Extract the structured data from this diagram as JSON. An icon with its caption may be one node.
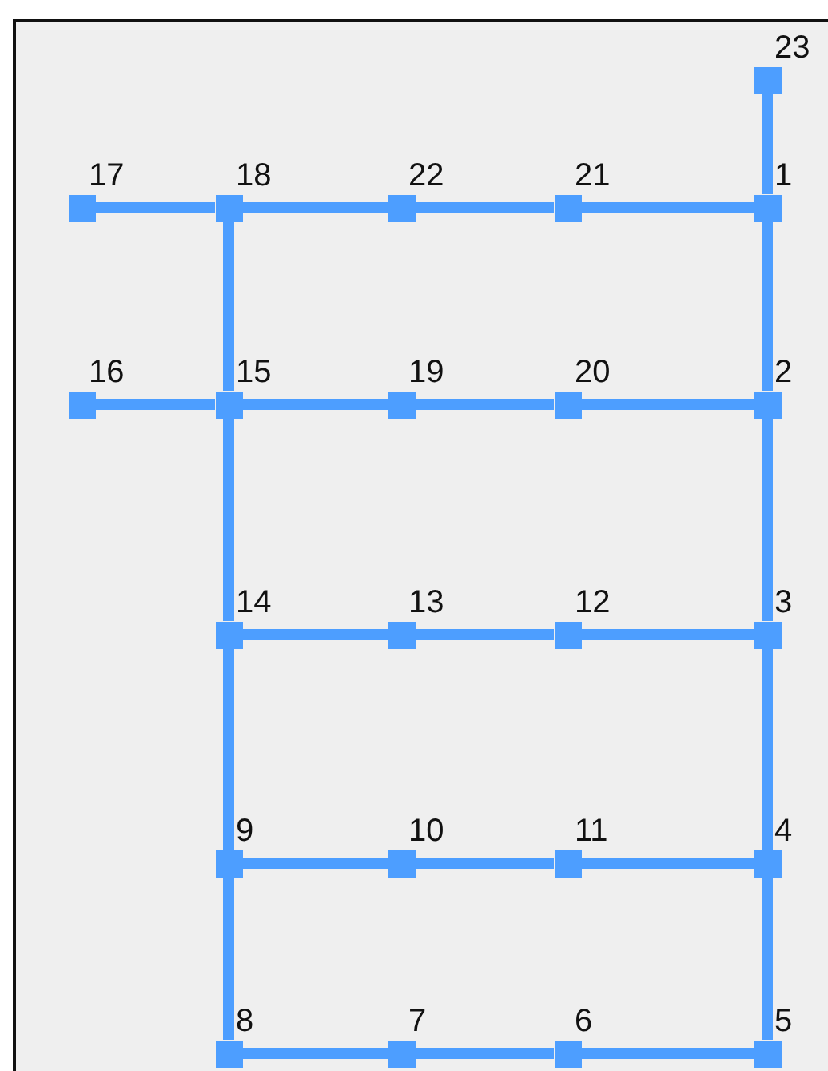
{
  "diagram": {
    "nodes": [
      {
        "text": [],
        "shape": "box",
        "beside": [
          "1"
        ]
      },
      {
        "text": [],
        "shape": "box",
        "beside": [
          "2"
        ]
      },
      {
        "text": [],
        "shape": "box",
        "beside": [
          "3"
        ]
      },
      {
        "text": [],
        "shape": "box",
        "beside": [
          "4"
        ]
      },
      {
        "text": [],
        "shape": "box",
        "beside": [
          "5"
        ]
      },
      {
        "text": [],
        "shape": "box",
        "beside": [
          "6"
        ]
      },
      {
        "text": [],
        "shape": "box",
        "beside": [
          "7"
        ]
      },
      {
        "text": [],
        "shape": "box",
        "beside": [
          "8"
        ]
      },
      {
        "text": [],
        "shape": "box",
        "beside": [
          "9"
        ]
      },
      {
        "text": [],
        "shape": "box",
        "beside": [
          "10"
        ]
      },
      {
        "text": [],
        "shape": "box",
        "beside": [
          "11"
        ]
      },
      {
        "text": [],
        "shape": "box",
        "beside": [
          "12"
        ]
      },
      {
        "text": [],
        "shape": "box",
        "beside": [
          "13"
        ]
      },
      {
        "text": [],
        "shape": "box",
        "beside": [
          "14"
        ]
      },
      {
        "text": [],
        "shape": "box",
        "beside": [
          "15"
        ]
      },
      {
        "text": [],
        "shape": "box",
        "beside": [
          "16"
        ]
      },
      {
        "text": [],
        "shape": "box",
        "beside": [
          "17"
        ]
      },
      {
        "text": [],
        "shape": "box",
        "beside": [
          "18"
        ]
      },
      {
        "text": [],
        "shape": "box",
        "beside": [
          "19"
        ]
      },
      {
        "text": [],
        "shape": "box",
        "beside": [
          "20"
        ]
      },
      {
        "text": [],
        "shape": "box",
        "beside": [
          "21"
        ]
      },
      {
        "text": [],
        "shape": "box",
        "beside": [
          "22"
        ]
      },
      {
        "text": [],
        "shape": "box",
        "beside": [
          "23"
        ]
      }
    ],
    "edges": [
      {
        "from": 22,
        "to": 0,
        "arrow": "none"
      },
      {
        "from": 0,
        "to": 1,
        "arrow": "none"
      },
      {
        "from": 1,
        "to": 2,
        "arrow": "none"
      },
      {
        "from": 2,
        "to": 3,
        "arrow": "none"
      },
      {
        "from": 3,
        "to": 4,
        "arrow": "none"
      },
      {
        "from": 4,
        "to": 5,
        "arrow": "none"
      },
      {
        "from": 5,
        "to": 6,
        "arrow": "none"
      },
      {
        "from": 6,
        "to": 7,
        "arrow": "none"
      },
      {
        "from": 7,
        "to": 8,
        "arrow": "none"
      },
      {
        "from": 8,
        "to": 13,
        "arrow": "none"
      },
      {
        "from": 13,
        "to": 14,
        "arrow": "none"
      },
      {
        "from": 14,
        "to": 17,
        "arrow": "none"
      },
      {
        "from": 16,
        "to": 17,
        "arrow": "none"
      },
      {
        "from": 17,
        "to": 21,
        "arrow": "none"
      },
      {
        "from": 21,
        "to": 20,
        "arrow": "none"
      },
      {
        "from": 20,
        "to": 0,
        "arrow": "none"
      },
      {
        "from": 15,
        "to": 14,
        "arrow": "none"
      },
      {
        "from": 14,
        "to": 18,
        "arrow": "none"
      },
      {
        "from": 18,
        "to": 19,
        "arrow": "none"
      },
      {
        "from": 19,
        "to": 1,
        "arrow": "none"
      },
      {
        "from": 13,
        "to": 12,
        "arrow": "none"
      },
      {
        "from": 12,
        "to": 11,
        "arrow": "none"
      },
      {
        "from": 11,
        "to": 2,
        "arrow": "none"
      },
      {
        "from": 8,
        "to": 9,
        "arrow": "none"
      },
      {
        "from": 9,
        "to": 10,
        "arrow": "none"
      },
      {
        "from": 10,
        "to": 3,
        "arrow": "none"
      }
    ]
  }
}
